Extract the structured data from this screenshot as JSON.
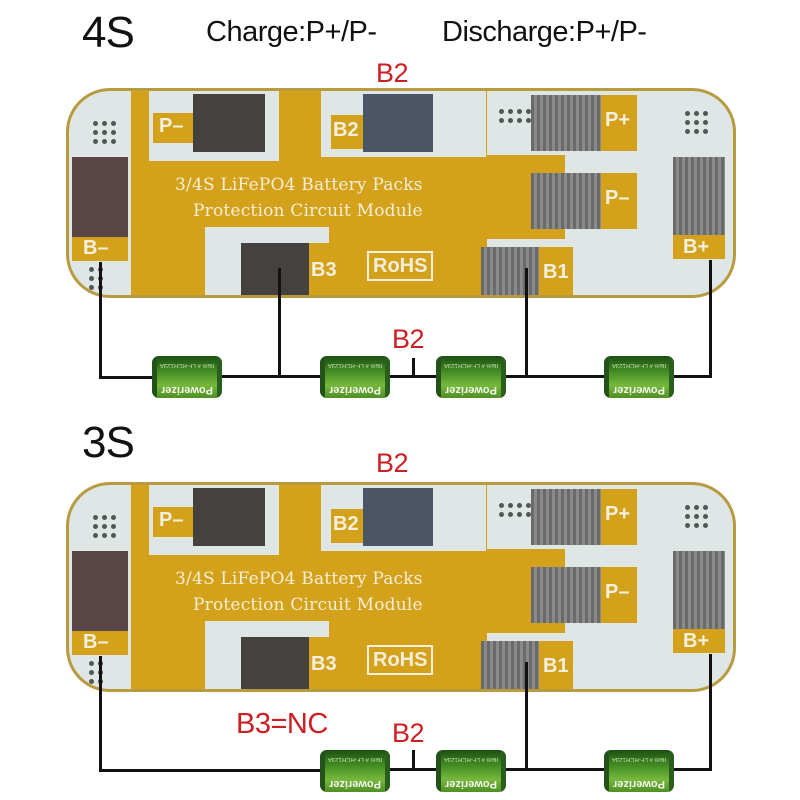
{
  "header": {
    "config_4s": "4S",
    "charge_label": "Charge:P+/P-",
    "discharge_label": "Discharge:P+/P-",
    "config_3s": "3S"
  },
  "board": {
    "silkscreen_line1": "3/4S LiFePO4 Battery Packs",
    "silkscreen_line2": "Protection Circuit Module",
    "rohs": "RoHS",
    "pads": {
      "p_minus_top": "P–",
      "b2": "B2",
      "p_plus": "P+",
      "p_minus_right": "P–",
      "b_minus": "B–",
      "b_plus": "B+",
      "b3": "B3",
      "b1": "B1"
    }
  },
  "annotations": {
    "b2_top_4s": "B2",
    "b2_wire_4s": "B2",
    "b2_top_3s": "B2",
    "b2_wire_3s": "B2",
    "b3_nc": "B3=NC"
  },
  "cell": {
    "brand": "Powerizer",
    "model": "Item # LF-RCR123A"
  },
  "colors": {
    "pcb": "#d4a21a",
    "annotation_red": "#cc1f24",
    "cell_green": "#4f8f24"
  }
}
